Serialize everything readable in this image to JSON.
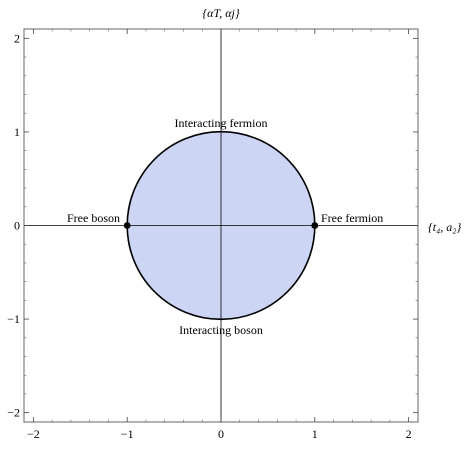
{
  "chart_data": {
    "type": "scatter",
    "x_axis_label": "{t₄, a₂}",
    "y_axis_label": "{αT, αj}",
    "xlim": [
      -2.1,
      2.1
    ],
    "ylim": [
      -2.1,
      2.1
    ],
    "x_ticks": [
      -2,
      -1,
      0,
      1,
      2
    ],
    "y_ticks": [
      -2,
      -1,
      0,
      1,
      2
    ],
    "x_tick_labels": [
      "−2",
      "−1",
      "0",
      "1",
      "2"
    ],
    "y_tick_labels": [
      "−2",
      "−1",
      "0",
      "1",
      "2"
    ],
    "grid": false,
    "region": {
      "shape": "disk",
      "center": [
        0,
        0
      ],
      "radius": 1,
      "fill_color": "#cdd5f5",
      "stroke_color": "#000000"
    },
    "points": [
      {
        "x": -1,
        "y": 0
      },
      {
        "x": 1,
        "y": 0
      }
    ],
    "annotations": [
      {
        "text": "Free boson",
        "x": -1,
        "y": 0,
        "side": "left"
      },
      {
        "text": "Free fermion",
        "x": 1,
        "y": 0,
        "side": "right"
      },
      {
        "text": "Interacting fermion",
        "x": 0,
        "y": 1,
        "side": "above"
      },
      {
        "text": "Interacting boson",
        "x": 0,
        "y": -1,
        "side": "below"
      }
    ]
  },
  "labels": {
    "x_axis": "{t₄, a₂}",
    "y_axis": "{αT, αj}",
    "free_boson": "Free boson",
    "free_fermion": "Free fermion",
    "interacting_fermion": "Interacting fermion",
    "interacting_boson": "Interacting boson"
  }
}
